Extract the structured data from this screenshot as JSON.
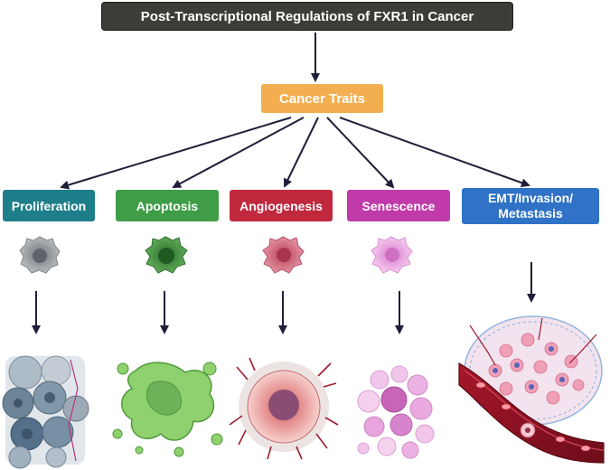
{
  "title": "Post-Transcriptional Regulations of FXR1 in Cancer",
  "hub": {
    "label": "Cancer Traits",
    "color": "#f3ae4f"
  },
  "traits": [
    {
      "label": "Proliferation",
      "color": "#1e7f8a",
      "cell": "#8a9196",
      "cell_icon": "gray-cell-icon",
      "cluster_icon": "proliferating-cell-cluster-icon"
    },
    {
      "label": "Apoptosis",
      "color": "#3f9d48",
      "cell": "#3c8a3a",
      "cell_icon": "green-cell-icon",
      "cluster_icon": "apoptotic-fragments-icon"
    },
    {
      "label": "Angiogenesis",
      "color": "#c0283e",
      "cell": "#cc6479",
      "cell_icon": "pink-cell-icon",
      "cluster_icon": "vascularized-tumor-icon"
    },
    {
      "label": "Senescence",
      "color": "#c13aa9",
      "cell": "#e6a3dc",
      "cell_icon": "light-pink-cell-icon",
      "cluster_icon": "senescent-cell-cluster-icon"
    },
    {
      "label": "EMT/Invasion/\nMetastasis",
      "color": "#2f72c6",
      "cell": "",
      "cell_icon": "",
      "cluster_icon": "blood-vessel-invasion-icon"
    }
  ],
  "colors": {
    "arrow": "#1f1f3a",
    "title_bg": "#3b3e38"
  }
}
